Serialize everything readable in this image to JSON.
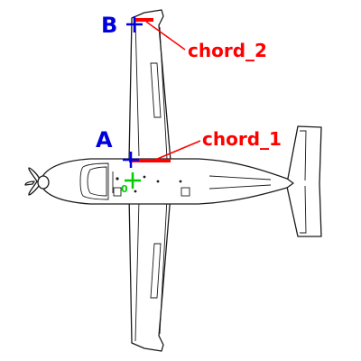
{
  "diagram": {
    "points": [
      {
        "id": "A",
        "label": "A"
      },
      {
        "id": "B",
        "label": "B"
      }
    ],
    "chords": [
      {
        "id": "chord_1",
        "label": "chord_1"
      },
      {
        "id": "chord_2",
        "label": "chord_2"
      }
    ],
    "origin": {
      "label": "0"
    },
    "colors": {
      "point_marker": "#0000dd",
      "chord": "#ff0000",
      "origin_marker": "#00cc00",
      "outline": "#1a1a1a"
    }
  }
}
